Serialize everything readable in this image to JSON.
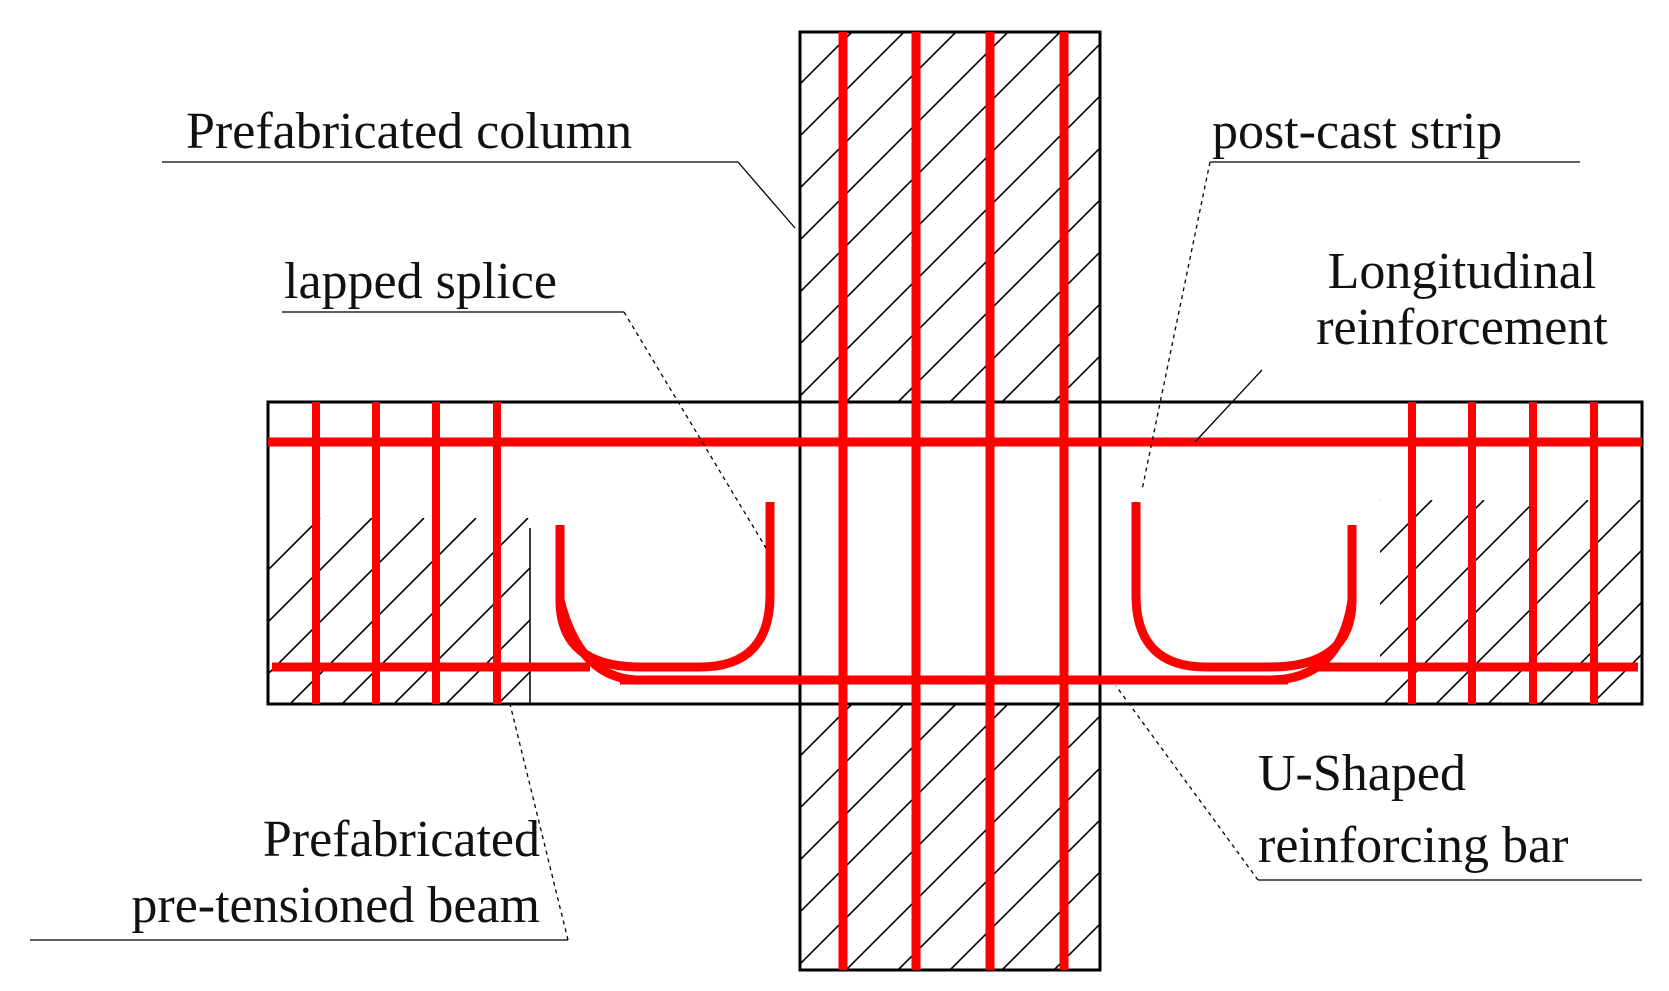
{
  "diagram": {
    "colors": {
      "concrete_outline": "#000000",
      "hatch": "#000000",
      "reinforcement": "#ff0000",
      "leader": "#000000",
      "background": "#ffffff"
    },
    "labels": {
      "prefab_column": "Prefabricated column",
      "post_cast_strip": "post-cast strip",
      "lapped_splice": "lapped splice",
      "longitudinal_line1": "Longitudinal",
      "longitudinal_line2": "reinforcement",
      "prefab_beam_line1": "Prefabricated",
      "prefab_beam_line2": "pre-tensioned beam",
      "u_shaped_line1": "U-Shaped",
      "u_shaped_line2": "reinforcing bar"
    }
  }
}
